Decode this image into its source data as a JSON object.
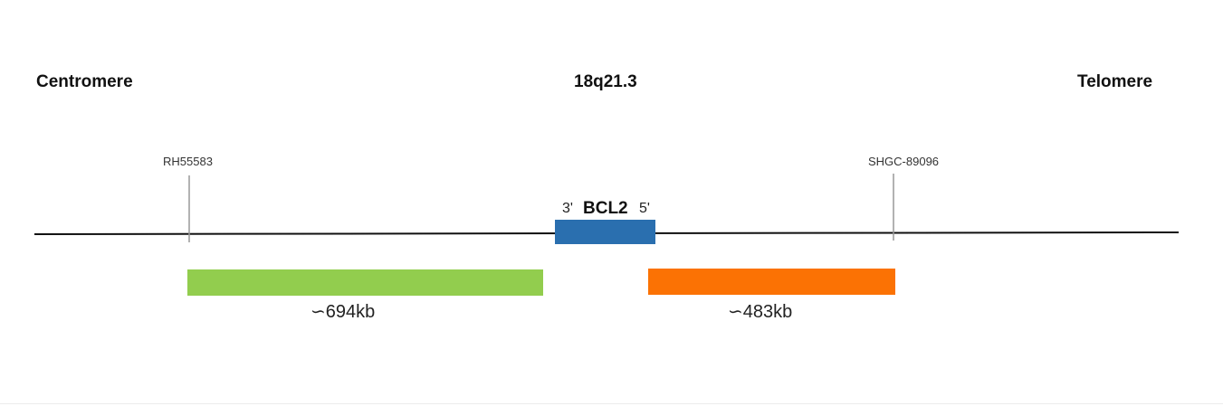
{
  "labels": {
    "centromere": "Centromere",
    "band": "18q21.3",
    "telomere": "Telomere",
    "marker_left": "RH55583",
    "marker_right": "SHGC-89096",
    "gene": "BCL2",
    "gene_end_left": "3'",
    "gene_end_right": "5'",
    "probe_left_size": "∽694kb",
    "probe_right_size": "∽483kb"
  },
  "colors": {
    "gene": "#2a6faf",
    "probe_left": "#92cd4e",
    "probe_right": "#fb7204",
    "chromosome_line": "#111111",
    "marker_tick": "#999999"
  }
}
